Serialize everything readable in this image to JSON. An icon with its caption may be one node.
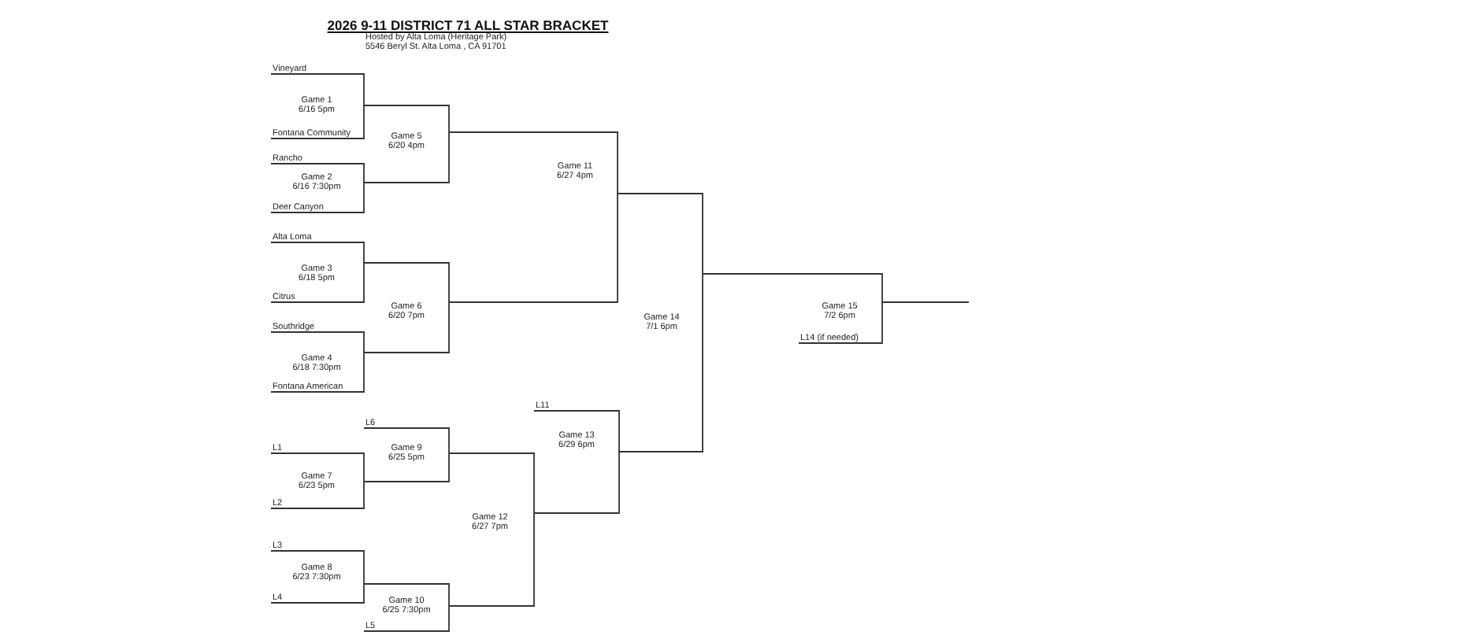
{
  "diagram": {
    "title": "2026 9-11 DISTRICT 71 ALL STAR BRACKET",
    "labels": [
      "Hosted by Alta Loma (Heritage Park)",
      "5546 Beryl St. Alta Loma , CA 91701",
      "Vineyard",
      "Game 1",
      "6/16 5pm",
      "Fontana Community",
      "Game 5",
      "6/20 4pm",
      "Rancho",
      "Game 2",
      "6/16 7:30pm",
      "Deer Canyon",
      "Game 11",
      "6/27 4pm",
      "Alta Loma",
      "Game 3",
      "6/18 5pm",
      "Citrus",
      "Game 6",
      "6/20 7pm",
      "Southridge",
      "Game 4",
      "6/18 7:30pm",
      "Fontana American",
      "Game 14",
      "7/1 6pm",
      "Game 15",
      "7/2 6pm",
      "L14 (if needed)",
      "L11",
      "L6",
      "Game 13",
      "6/29 6pm",
      "Game 9",
      "6/25 5pm",
      "L1",
      "Game 7",
      "6/23 5pm",
      "L2",
      "Game 12",
      "6/27 7pm",
      "L3",
      "Game 8",
      "6/23 7:30pm",
      "Game 10",
      "6/25 7:30pm",
      "L4",
      "L5"
    ]
  }
}
